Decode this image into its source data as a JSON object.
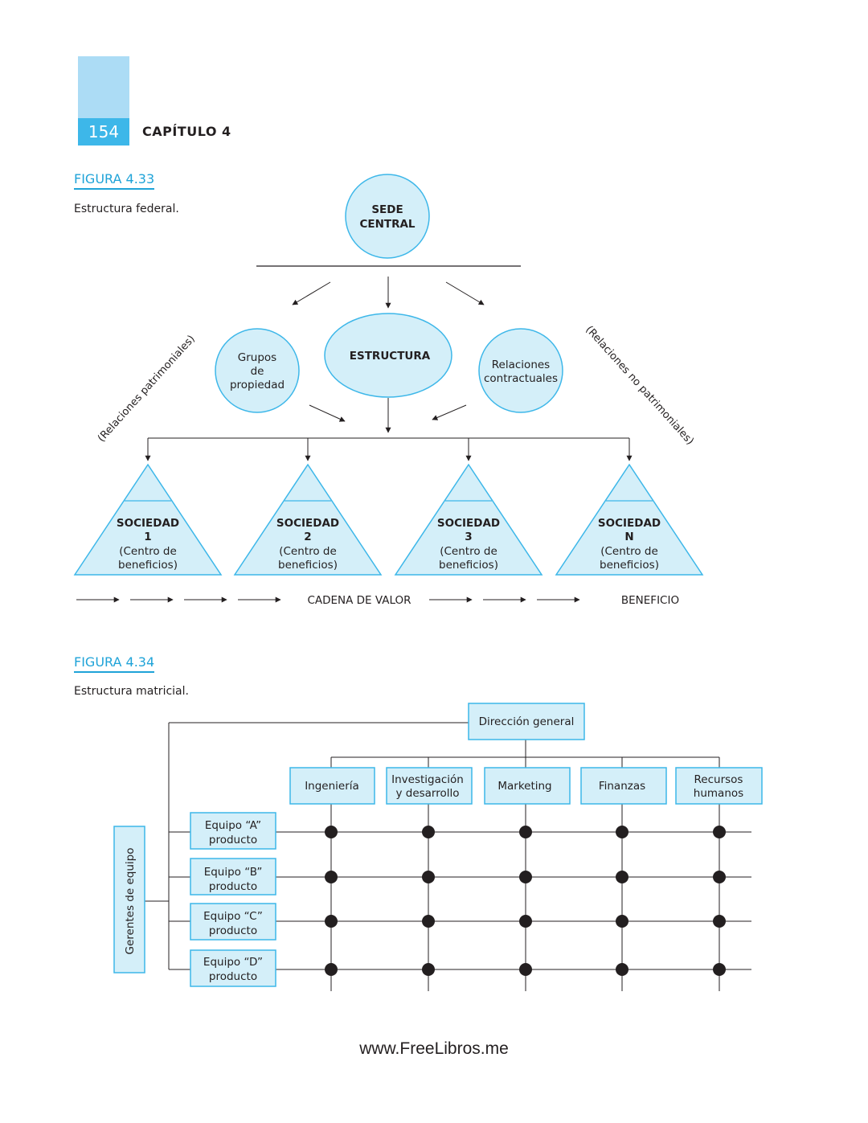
{
  "header": {
    "page_number": "154",
    "chapter": "CAPÍTULO 4"
  },
  "figure_33": {
    "label": "FIGURA 4.33",
    "caption": "Estructura federal.",
    "headquarters": [
      "SEDE",
      "CENTRAL"
    ],
    "structure": "ESTRUCTURA",
    "left_group": [
      "Grupos",
      "de",
      "propiedad"
    ],
    "right_group": [
      "Relaciones",
      "contractuales"
    ],
    "left_side_label": "(Relaciones patrimoniales)",
    "right_side_label": "(Relaciones no patrimoniales)",
    "companies": [
      {
        "title": "SOCIEDAD",
        "id": "1",
        "sub": [
          "(Centro de",
          "beneficios)"
        ]
      },
      {
        "title": "SOCIEDAD",
        "id": "2",
        "sub": [
          "(Centro de",
          "beneficios)"
        ]
      },
      {
        "title": "SOCIEDAD",
        "id": "3",
        "sub": [
          "(Centro de",
          "beneficios)"
        ]
      },
      {
        "title": "SOCIEDAD",
        "id": "N",
        "sub": [
          "(Centro de",
          "beneficios)"
        ]
      }
    ],
    "value_chain": "CADENA DE VALOR",
    "benefit": "BENEFICIO"
  },
  "figure_34": {
    "label": "FIGURA 4.34",
    "caption": "Estructura matricial.",
    "top": "Dirección general",
    "departments": [
      [
        "Ingeniería"
      ],
      [
        "Investigación",
        "y desarrollo"
      ],
      [
        "Marketing"
      ],
      [
        "Finanzas"
      ],
      [
        "Recursos",
        "humanos"
      ]
    ],
    "managers": "Gerentes de equipo",
    "teams": [
      [
        "Equipo “A”",
        "producto"
      ],
      [
        "Equipo “B”",
        "producto"
      ],
      [
        "Equipo “C”",
        "producto"
      ],
      [
        "Equipo “D”",
        "producto"
      ]
    ]
  },
  "footer": {
    "url": "www.FreeLibros.me"
  },
  "colors": {
    "box_fill": "#d4eff9",
    "box_stroke": "#3db7e9",
    "accent": "#1fa3d8",
    "tab_light": "#acdcf5",
    "tab_dark": "#3db7e9"
  }
}
